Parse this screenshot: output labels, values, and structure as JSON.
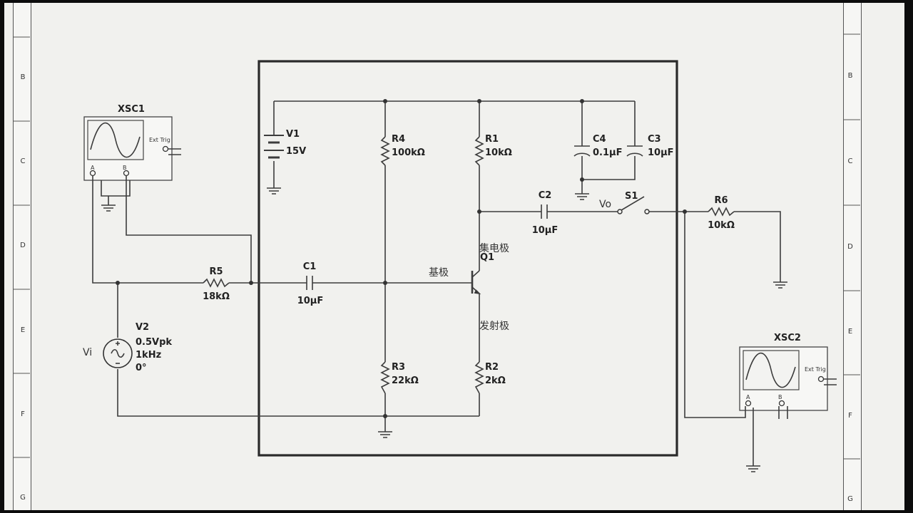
{
  "border": {
    "left_letters": [
      "B",
      "C",
      "D",
      "E",
      "F",
      "G"
    ],
    "right_letters": [
      "B",
      "C",
      "D",
      "E",
      "F",
      "G"
    ]
  },
  "instruments": {
    "xsc1": {
      "name": "XSC1",
      "ext_trig": "Ext Trig",
      "ch_a": "A",
      "ch_b": "B"
    },
    "xsc2": {
      "name": "XSC2",
      "ext_trig": "Ext Trig",
      "ch_a": "A",
      "ch_b": "B"
    }
  },
  "components": {
    "v1": {
      "ref": "V1",
      "value": "15V"
    },
    "r4": {
      "ref": "R4",
      "value": "100kΩ"
    },
    "r1": {
      "ref": "R1",
      "value": "10kΩ"
    },
    "c4": {
      "ref": "C4",
      "value": "0.1µF"
    },
    "c3": {
      "ref": "C3",
      "value": "10µF"
    },
    "c2": {
      "ref": "C2",
      "value": "10µF"
    },
    "s1": {
      "ref": "S1"
    },
    "vo": "Vo",
    "r6": {
      "ref": "R6",
      "value": "10kΩ"
    },
    "r5": {
      "ref": "R5",
      "value": "18kΩ"
    },
    "c1": {
      "ref": "C1",
      "value": "10µF"
    },
    "q1": {
      "ref": "Q1"
    },
    "v2": {
      "ref": "V2",
      "amplitude": "0.5Vpk",
      "frequency": "1kHz",
      "phase": "0°"
    },
    "vi": "Vi",
    "r3": {
      "ref": "R3",
      "value": "22kΩ"
    },
    "r2": {
      "ref": "R2",
      "value": "2kΩ"
    }
  },
  "annotations": {
    "collector": "集电极",
    "base": "基极",
    "emitter": "发射极"
  }
}
